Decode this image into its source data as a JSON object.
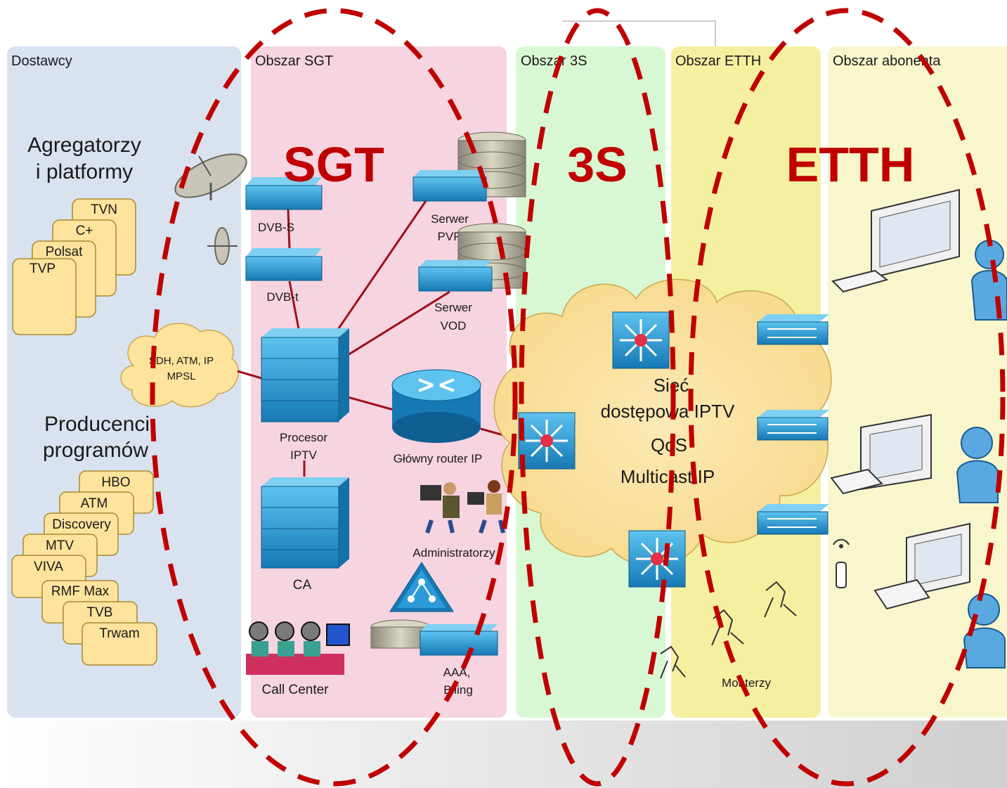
{
  "zones": {
    "suppliers": "Dostawcy",
    "sgt": "Obszar SGT",
    "s3": "Obszar 3S",
    "etth": "Obszar ETTH",
    "subscriber": "Obszar abonenta"
  },
  "big_labels": {
    "sgt": "SGT",
    "s3": "3S",
    "etth": "ETTH"
  },
  "aggregators": {
    "title_line1": "Agregatorzy",
    "title_line2": "i platformy",
    "cards": [
      "TVN",
      "C+",
      "Polsat",
      "TVP"
    ]
  },
  "producers": {
    "title_line1": "Producenci",
    "title_line2": "programów",
    "cards": [
      "HBO",
      "ATM",
      "Discovery",
      "MTV",
      "VIVA",
      "RMF Max",
      "TVB",
      "Trwam"
    ]
  },
  "transport_cloud": {
    "line1": "SDH, ATM, IP",
    "line2": "MPSL"
  },
  "devices": {
    "dvbs": "DVB-S",
    "dvbt": "DVB-t",
    "pvr_line1": "Serwer",
    "pvr_line2": "PVR",
    "vod_line1": "Serwer",
    "vod_line2": "VOD",
    "iptv_line1": "Procesor",
    "iptv_line2": "IPTV",
    "router": "Główny router IP",
    "ca": "CA",
    "admins": "Administratorzy",
    "aaa_line1": "AAA,",
    "aaa_line2": "Biling",
    "callcenter": "Call Center",
    "installers": "Monterzy"
  },
  "access_network": {
    "line1": "Sieć",
    "line2": "dostępowa IPTV",
    "line3": "QoS",
    "line4": "Multicast IP"
  },
  "colors": {
    "suppliers_bg": "#d9e2ef",
    "sgt_bg": "#f6d4e0",
    "s3_bg": "#d7f8d3",
    "etth_bg": "#f5f0a0",
    "subscriber_bg": "#f8f6cc",
    "card_fill": "#fde39c",
    "accent_red": "#c00000",
    "device_blue": "#1e8fc8",
    "link": "#a0101a"
  }
}
